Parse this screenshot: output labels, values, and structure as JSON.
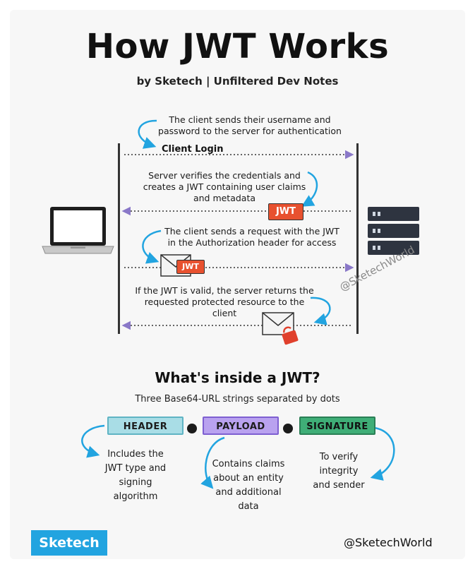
{
  "header": {
    "title": "How JWT Works",
    "subtitle": "by Sketech | Unfiltered Dev Notes"
  },
  "flow": {
    "step1_text": "The client sends their username and password to the server for authentication",
    "step1_label": "Client Login",
    "step2_text": "Server verifies the credentials and creates a JWT containing user claims and metadata",
    "step2_tag": "JWT",
    "step3_text": "The client sends a request with the JWT in the Authorization header for access",
    "step3_tag": "JWT",
    "step4_text": "If the JWT is valid, the server returns the requested protected resource to the client",
    "watermark": "@SketechWorld",
    "client_icon": "laptop-icon",
    "server_icon": "server-icon"
  },
  "anatomy": {
    "title": "What's inside a JWT?",
    "subtitle": "Three Base64-URL strings separated by dots",
    "parts": [
      {
        "label": "HEADER",
        "description": "Includes the JWT type and signing algorithm",
        "color": "#a9dde6",
        "border": "#5fb4c4"
      },
      {
        "label": "PAYLOAD",
        "description": "Contains claims about an entity and additional data",
        "color": "#b9a2ef",
        "border": "#7e5fd1"
      },
      {
        "label": "SIGNATURE",
        "description": "To verify integrity and sender",
        "color": "#3fae77",
        "border": "#2a7f55"
      }
    ]
  },
  "footer": {
    "brand": "Sketech",
    "handle": "@SketechWorld"
  },
  "colors": {
    "accent_blue": "#22a4e0",
    "jwt_orange": "#e8512f",
    "arrow_purple": "#8a78c8"
  }
}
